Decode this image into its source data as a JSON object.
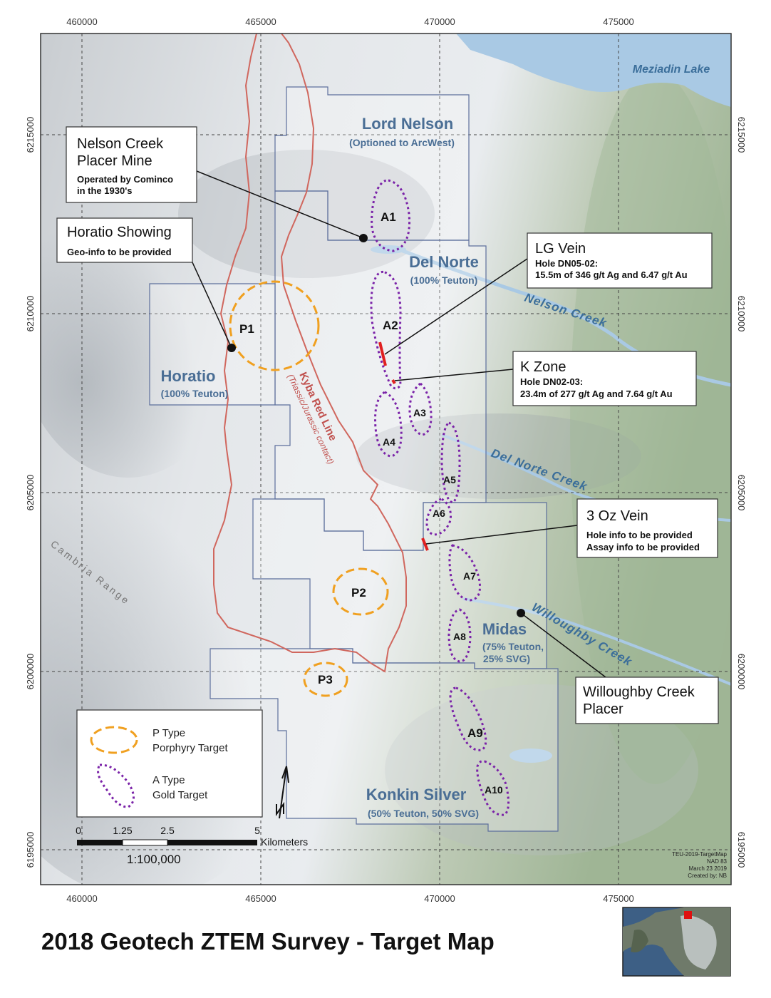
{
  "title": "2018 Geotech ZTEM Survey - Target Map",
  "colors": {
    "frame": "#333333",
    "kyba_line": "#d0675e",
    "porphyry": "#f0a020",
    "gold_target": "#7a22a8",
    "vein": "#e02020",
    "property_outline": "#5d6f9c",
    "water": "#a9c9e4",
    "label_blue": "#4a6e95"
  },
  "axes": {
    "eastings": [
      "460000",
      "465000",
      "470000",
      "475000"
    ],
    "northings": [
      "6215000",
      "6210000",
      "6205000",
      "6200000",
      "6195000"
    ]
  },
  "water_labels": {
    "lake": "Meziadin Lake",
    "nelson_creek": "Nelson Creek",
    "del_norte_creek": "Del Norte Creek",
    "willoughby_creek": "Willoughby Creek",
    "cambria_range": "Cambria Range"
  },
  "properties": {
    "lord_nelson": {
      "name": "Lord Nelson",
      "sub": "(Optioned to ArcWest)"
    },
    "del_norte": {
      "name": "Del Norte",
      "sub": "(100% Teuton)"
    },
    "horatio": {
      "name": "Horatio",
      "sub": "(100% Teuton)"
    },
    "midas": {
      "name": "Midas",
      "sub1": "(75% Teuton,",
      "sub2": "25% SVG)"
    },
    "konkin": {
      "name": "Konkin Silver",
      "sub": "(50% Teuton, 50% SVG)"
    }
  },
  "kyba": {
    "name": "Kyba Red Line",
    "sub": "(Triassic/Jurassic contact)"
  },
  "gold_targets": [
    "A1",
    "A2",
    "A3",
    "A4",
    "A5",
    "A6",
    "A7",
    "A8",
    "A9",
    "A10"
  ],
  "porphyry_targets": [
    "P1",
    "P2",
    "P3"
  ],
  "callouts": {
    "nelson_creek": {
      "title1": "Nelson Creek",
      "title2": "Placer Mine",
      "line1": "Operated by Cominco",
      "line2": "in the 1930's"
    },
    "horatio_showing": {
      "title": "Horatio Showing",
      "line1": "Geo-info to be provided"
    },
    "lg_vein": {
      "title": "LG Vein",
      "line1": "Hole DN05-02:",
      "line2": "15.5m of 346 g/t Ag and 6.47 g/t Au"
    },
    "k_zone": {
      "title": "K Zone",
      "line1": "Hole DN02-03:",
      "line2": "23.4m of 277 g/t Ag and 7.64 g/t Au"
    },
    "three_oz": {
      "title": "3 Oz Vein",
      "line1": "Hole info to be provided",
      "line2": "Assay info to be provided"
    },
    "willoughby": {
      "title1": "Willoughby Creek",
      "title2": "Placer"
    }
  },
  "legend": {
    "p_line1": "P Type",
    "p_line2": "Porphyry Target",
    "a_line1": "A Type",
    "a_line2": "Gold Target"
  },
  "scale": {
    "ticks": [
      "0",
      "1.25",
      "2.5",
      "5"
    ],
    "unit": "Kilometers",
    "ratio": "1:100,000"
  },
  "metadata": [
    "TEU-2019-TargetMap",
    "NAD 83",
    "March 23 2019",
    "Created by: NB"
  ]
}
